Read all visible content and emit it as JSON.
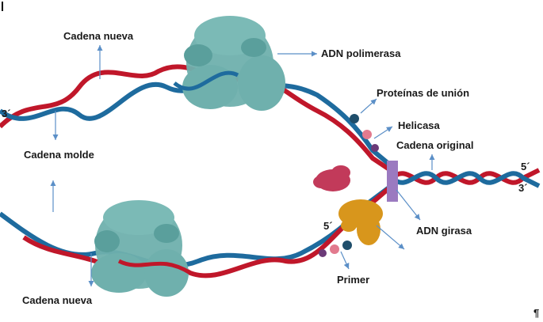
{
  "labels": {
    "new_strand_top": "Cadena nueva",
    "dna_polymerase": "ADN polimerasa",
    "end_3_left": "3´",
    "template_strand": "Cadena molde",
    "binding_proteins": "Proteínas de unión",
    "helicase": "Helicasa",
    "original_strand": "Cadena original",
    "end_5_right": "5´",
    "end_3_right": "3´",
    "end_5_mid": "5´",
    "dna_gyrase": "ADN girasa",
    "primer": "Primer",
    "new_strand_bottom": "Cadena nueva",
    "corner_mark": "¶"
  },
  "colors": {
    "strand_red": "#c0172a",
    "strand_blue": "#1e6b9e",
    "polymerase": "#6fb0ad",
    "helicase_gold": "#d8961c",
    "gyrase_purple": "#9b7ac0",
    "binding_protein_dark": "#1f4e6b",
    "binding_protein_pink": "#e27a8e",
    "binding_protein_purple": "#6b3a78",
    "topo_red": "#c23a5a",
    "arrow": "#5b8fc7"
  }
}
